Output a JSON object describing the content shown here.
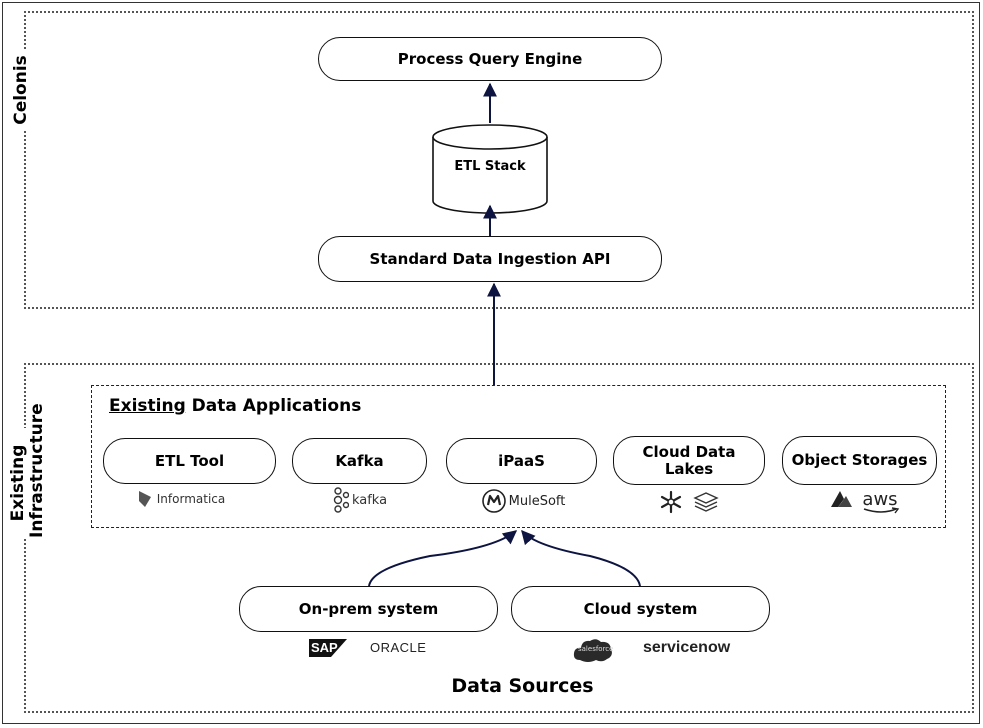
{
  "zones": {
    "celonis": "Celonis",
    "existing_infrastructure": [
      "Existing",
      "Infrastructure"
    ]
  },
  "nodes": {
    "process_query_engine": "Process Query Engine",
    "etl_stack": "ETL Stack",
    "standard_api": "Standard Data Ingestion API"
  },
  "existing_apps": {
    "title_underlined": "Existing",
    "title_rest": " Data Applications",
    "items": [
      {
        "label": "ETL Tool",
        "logos": [
          "Informatica"
        ]
      },
      {
        "label": "Kafka",
        "logos": [
          "kafka"
        ]
      },
      {
        "label": "iPaaS",
        "logos": [
          "MuleSoft"
        ]
      },
      {
        "label": "Cloud Data Lakes",
        "logos": [
          "snowflake-icon",
          "layers-icon"
        ]
      },
      {
        "label": "Object Storages",
        "logos": [
          "azure-icon",
          "aws"
        ]
      }
    ]
  },
  "sources": {
    "on_prem": "On-prem system",
    "cloud": "Cloud system",
    "on_prem_logos": [
      "SAP",
      "ORACLE"
    ],
    "cloud_logos": [
      "salesforce",
      "servicenow"
    ],
    "footer": "Data Sources"
  },
  "colors": {
    "arrow": "#0d1440",
    "border": "#111111",
    "sap_blue": "#1872b8",
    "salesforce": "#2a2a2a"
  }
}
